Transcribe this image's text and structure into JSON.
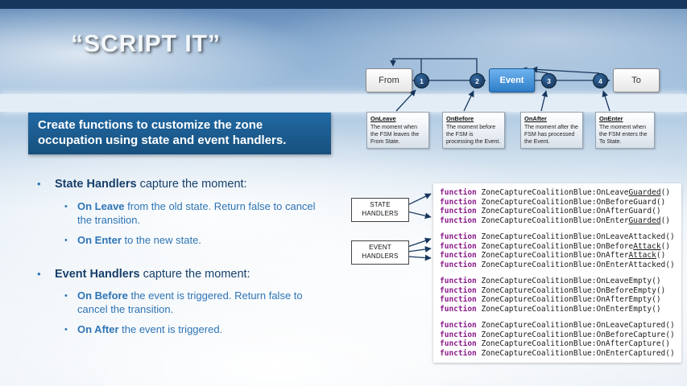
{
  "slide": {
    "title": "“SCRIPT IT”",
    "banner": "Create functions to customize the zone occupation using state and event handlers."
  },
  "content": {
    "bullet": "•",
    "sections": [
      {
        "lead": "State Handlers",
        "rest": " capture the moment:",
        "subs": [
          {
            "lead": "On Leave",
            "rest": " from the old state. Return false to cancel the transition."
          },
          {
            "lead": "On Enter",
            "rest": " to the new state."
          }
        ]
      },
      {
        "lead": "Event Handlers",
        "rest": " capture the moment:",
        "subs": [
          {
            "lead": "On Before",
            "rest": " the event is triggered. Return false to cancel the transition."
          },
          {
            "lead": "On After",
            "rest": " the event is triggered."
          }
        ]
      }
    ]
  },
  "diagram": {
    "from_label": "From",
    "event_label": "Event",
    "to_label": "To",
    "steps": [
      "1",
      "2",
      "3",
      "4"
    ],
    "callouts": [
      {
        "title": "OnLeave",
        "text": "The moment when the FSM leaves the From State."
      },
      {
        "title": "OnBefore",
        "text": "The moment before the FSM is processing the Event."
      },
      {
        "title": "OnAfter",
        "text": "The moment after the FSM has processed the Event."
      },
      {
        "title": "OnEnter",
        "text": "The moment when the FSM enters the To State."
      }
    ]
  },
  "handler_labels": {
    "state": "STATE HANDLERS",
    "event": "EVENT HANDLERS"
  },
  "code": {
    "keyword": "function",
    "groups": [
      [
        {
          "pre": "ZoneCaptureCoalitionBlue:OnLeave",
          "u": "Guarded",
          "post": "()"
        },
        {
          "pre": "ZoneCaptureCoalitionBlue:OnBeforeGuard()"
        },
        {
          "pre": "ZoneCaptureCoalitionBlue:OnAfterGuard()"
        },
        {
          "pre": "ZoneCaptureCoalitionBlue:OnEnter",
          "u": "Guarded",
          "post": "()"
        }
      ],
      [
        {
          "pre": "ZoneCaptureCoalitionBlue:OnLeaveAttacked()"
        },
        {
          "pre": "ZoneCaptureCoalitionBlue:OnBefore",
          "u": "Attack",
          "post": "()"
        },
        {
          "pre": "ZoneCaptureCoalitionBlue:OnAfter",
          "u": "Attack",
          "post": "()"
        },
        {
          "pre": "ZoneCaptureCoalitionBlue:OnEnterAttacked()"
        }
      ],
      [
        {
          "pre": "ZoneCaptureCoalitionBlue:OnLeaveEmpty()"
        },
        {
          "pre": "ZoneCaptureCoalitionBlue:OnBeforeEmpty()"
        },
        {
          "pre": "ZoneCaptureCoalitionBlue:OnAfterEmpty()"
        },
        {
          "pre": "ZoneCaptureCoalitionBlue:OnEnterEmpty()"
        }
      ],
      [
        {
          "pre": "ZoneCaptureCoalitionBlue:OnLeaveCaptured()"
        },
        {
          "pre": "ZoneCaptureCoalitionBlue:OnBeforeCapture()"
        },
        {
          "pre": "ZoneCaptureCoalitionBlue:OnAfterCapture()"
        },
        {
          "pre": "ZoneCaptureCoalitionBlue:OnEnterCaptured()"
        }
      ]
    ]
  },
  "colors": {
    "accent_blue": "#2E74B5",
    "dark_navy": "#17375E",
    "banner_blue": "#1E5F96",
    "event_box_blue": "#2D7DC8",
    "keyword_purple": "#8B1C8B"
  }
}
